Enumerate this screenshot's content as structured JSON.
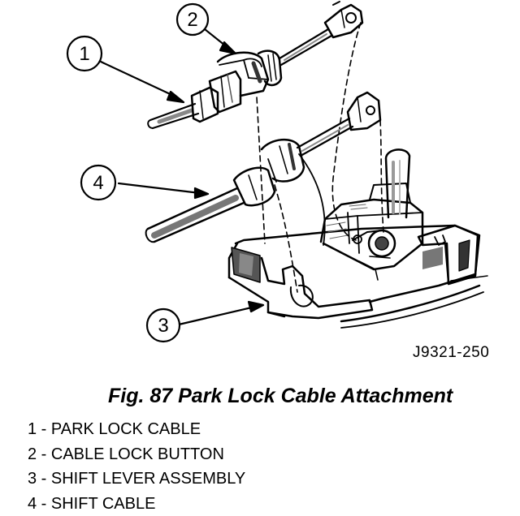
{
  "figure": {
    "code": "J9321-250",
    "caption": "Fig. 87 Park Lock Cable Attachment"
  },
  "callouts": [
    {
      "number": "1"
    },
    {
      "number": "2"
    },
    {
      "number": "3"
    },
    {
      "number": "4"
    }
  ],
  "legend": [
    {
      "text": "1 - PARK LOCK CABLE"
    },
    {
      "text": "2 - CABLE LOCK BUTTON"
    },
    {
      "text": "3 - SHIFT LEVER ASSEMBLY"
    },
    {
      "text": "4 - SHIFT CABLE"
    }
  ]
}
